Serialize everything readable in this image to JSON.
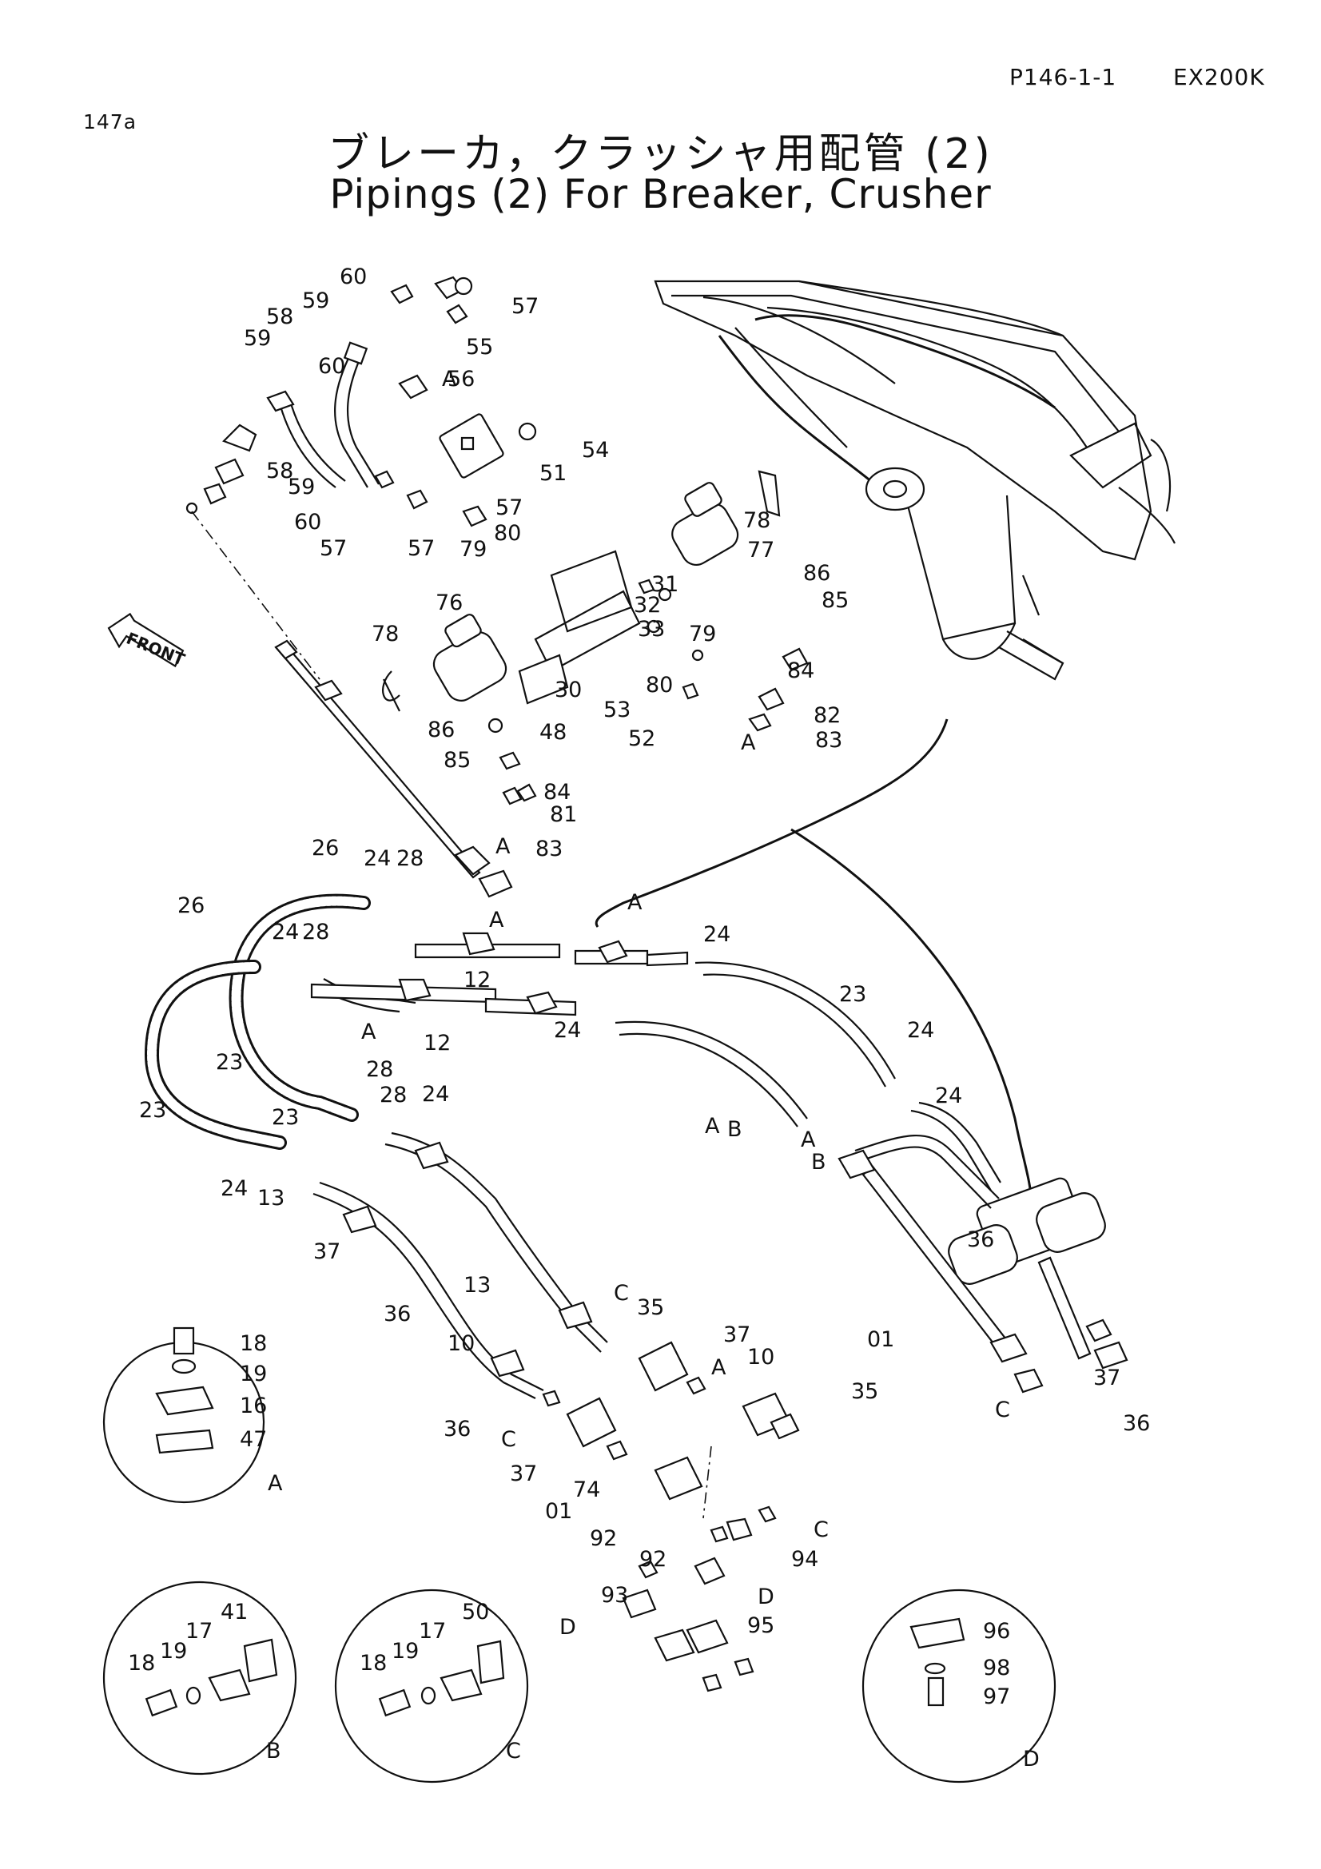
{
  "header": {
    "page_code": "P146-1-1",
    "model": "EX200K",
    "figure_no": "147a"
  },
  "title": {
    "japanese": "ブレーカ，クラッシャ用配管 (2)",
    "english": "Pipings (2) For Breaker, Crusher"
  },
  "front_label": "FRONT",
  "detail_views": {
    "A": {
      "label": "A",
      "parts": [
        "18",
        "19",
        "16",
        "47"
      ]
    },
    "B": {
      "label": "B",
      "parts": [
        "18",
        "19",
        "17",
        "41"
      ]
    },
    "C": {
      "label": "C",
      "parts": [
        "18",
        "19",
        "17",
        "50"
      ]
    },
    "D": {
      "label": "D",
      "parts": [
        "96",
        "98",
        "97"
      ]
    }
  },
  "callouts": [
    "60",
    "57",
    "59",
    "55",
    "58",
    "56",
    "A",
    "59",
    "54",
    "60",
    "51",
    "57",
    "58",
    "59",
    "60",
    "57",
    "57",
    "78",
    "77",
    "80",
    "79",
    "31",
    "86",
    "32",
    "85",
    "33",
    "79",
    "76",
    "84",
    "78",
    "30",
    "80",
    "82",
    "53",
    "86",
    "48",
    "52",
    "83",
    "A",
    "85",
    "84",
    "81",
    "83",
    "A",
    "26",
    "24",
    "28",
    "26",
    "24",
    "28",
    "A",
    "A",
    "24",
    "12",
    "12",
    "23",
    "A",
    "24",
    "23",
    "24",
    "28",
    "23",
    "A",
    "24",
    "23",
    "24",
    "28",
    "B",
    "24",
    "A",
    "13",
    "B",
    "37",
    "36",
    "13",
    "C",
    "35",
    "36",
    "10",
    "37",
    "01",
    "A",
    "10",
    "C",
    "37",
    "36",
    "35",
    "36",
    "C",
    "37",
    "74",
    "01",
    "C",
    "92",
    "92",
    "94",
    "93",
    "D",
    "D",
    "95"
  ]
}
